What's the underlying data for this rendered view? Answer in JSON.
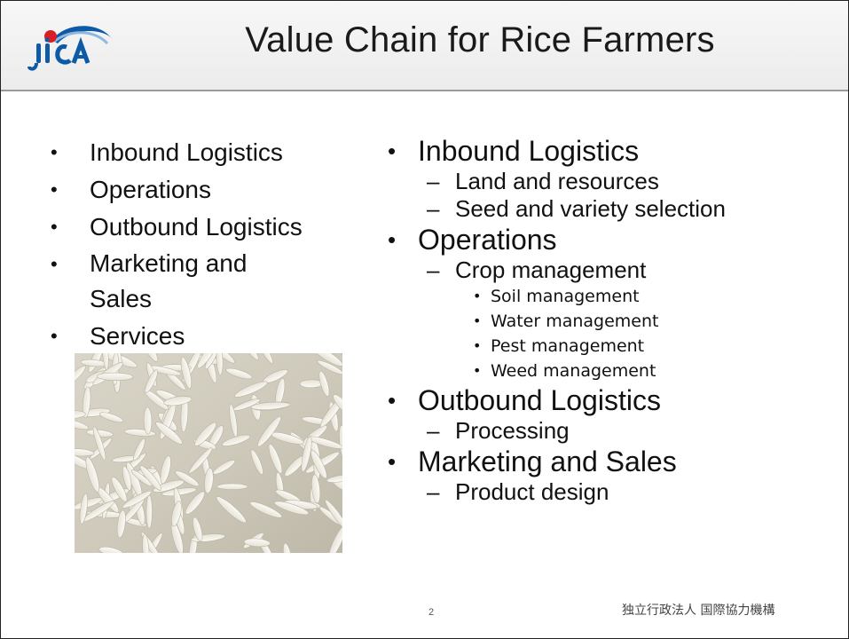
{
  "slide": {
    "title": "Value Chain for Rice Farmers",
    "logo_text": "jica",
    "left_bullets": [
      {
        "label": "Inbound Logistics"
      },
      {
        "label": "Operations"
      },
      {
        "label": "Outbound Logistics"
      },
      {
        "label": "Marketing and Sales"
      },
      {
        "label": "Services"
      }
    ],
    "right_outline": {
      "inbound": {
        "label": "Inbound Logistics",
        "items": [
          "Land and resources",
          "Seed and variety selection"
        ]
      },
      "operations": {
        "label": "Operations",
        "sub": "Crop management",
        "items": [
          "Soil management",
          "Water management",
          "Pest management",
          "Weed management"
        ]
      },
      "outbound": {
        "label": "Outbound Logistics",
        "items": [
          "Processing"
        ]
      },
      "marketing": {
        "label": "Marketing and Sales",
        "items": [
          "Product design"
        ]
      }
    },
    "page_number": "2",
    "footer_org": "独立行政法人 国際協力機構"
  },
  "colors": {
    "header_bg": "#efefef",
    "header_rule": "#9a9a9a",
    "logo_red": "#d61f26",
    "logo_blue": "#0d5aa7"
  }
}
